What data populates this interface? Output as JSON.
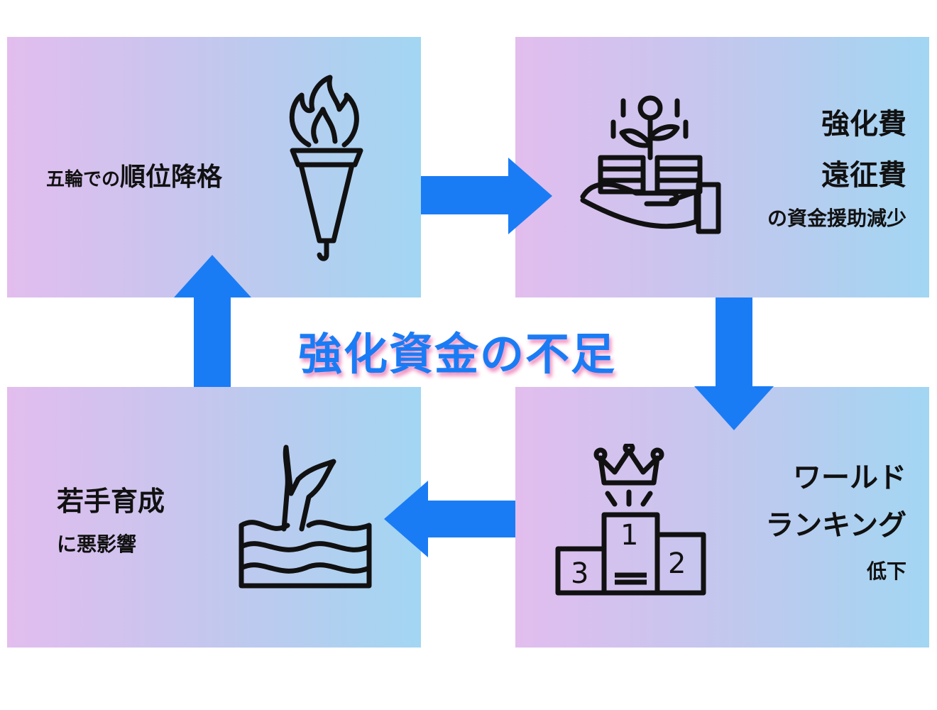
{
  "colors": {
    "arrow": "#1a7cf5",
    "gradient_left": "#e2bdee",
    "gradient_right": "#a2d6f2",
    "center_shadow": "#f08bbd"
  },
  "center": {
    "title": "強化資金の不足"
  },
  "boxes": {
    "top_left": {
      "small": "五輪での",
      "large": "順位降格",
      "icon": "torch-icon"
    },
    "top_right": {
      "line1": "強化費",
      "line2": "遠征費",
      "line3": "の資金援助減少",
      "icon": "money-plant-hand-icon"
    },
    "bottom_right": {
      "line1": "ワールド",
      "line2": "ランキング",
      "line3": "低下",
      "icon": "podium-icon",
      "podium": [
        "1",
        "2",
        "3"
      ]
    },
    "bottom_left": {
      "line1": "若手育成",
      "line2": "に悪影響",
      "icon": "sinking-hand-icon"
    }
  }
}
